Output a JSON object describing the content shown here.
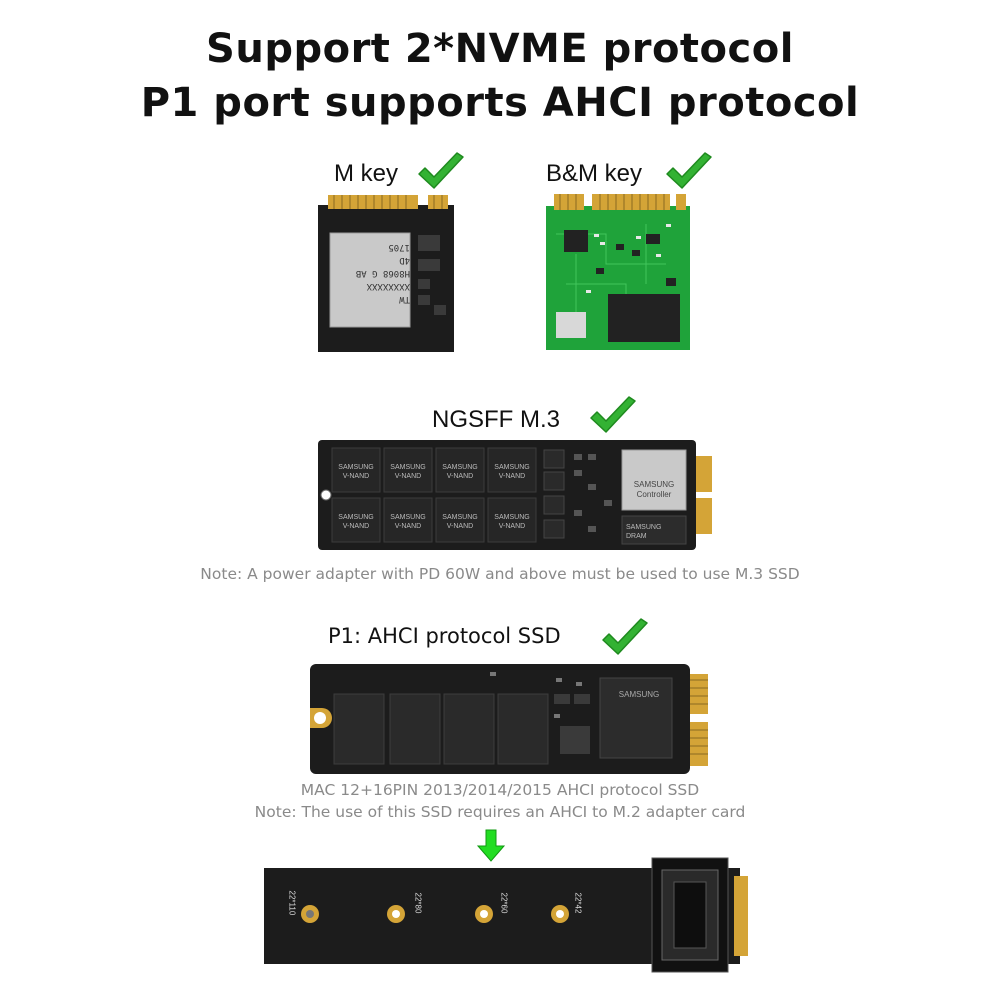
{
  "header": {
    "line1": "Support 2*NVME protocol",
    "line2": "P1 port supports AHCI protocol"
  },
  "cards": {
    "m_key": {
      "label": "M key",
      "chip_text": [
        "TW",
        "XXXXXXXX",
        "H8068 G AB",
        "4D",
        "1705"
      ]
    },
    "bm_key": {
      "label": "B&M key"
    },
    "ngsff": {
      "label": "NGSFF M.3",
      "chip_brand": "SAMSUNG",
      "chip_sub": "V-NAND",
      "controller_brand": "SAMSUNG",
      "controller_label": "Controller",
      "dram_brand": "SAMSUNG",
      "dram_label": "DRAM",
      "note": "Note: A power adapter with PD 60W and above must be used to use M.3 SSD"
    },
    "ahci": {
      "label": "P1: AHCI protocol SSD",
      "caption": "MAC 12+16PIN 2013/2014/2015 AHCI protocol SSD",
      "note": "Note: The use of this SSD requires an AHCI to M.2 adapter card",
      "chip_brand": "SAMSUNG"
    },
    "adapter": {
      "hole_labels": [
        "22*110",
        "22*80",
        "22*60",
        "22*42"
      ]
    }
  },
  "colors": {
    "check_green": "#33b233",
    "arrow_green": "#22dd22",
    "board_black": "#1c1c1c",
    "pcb_green": "#1fa33a",
    "gold": "#d4a437"
  },
  "icons": [
    "check-icon",
    "down-arrow-icon"
  ]
}
